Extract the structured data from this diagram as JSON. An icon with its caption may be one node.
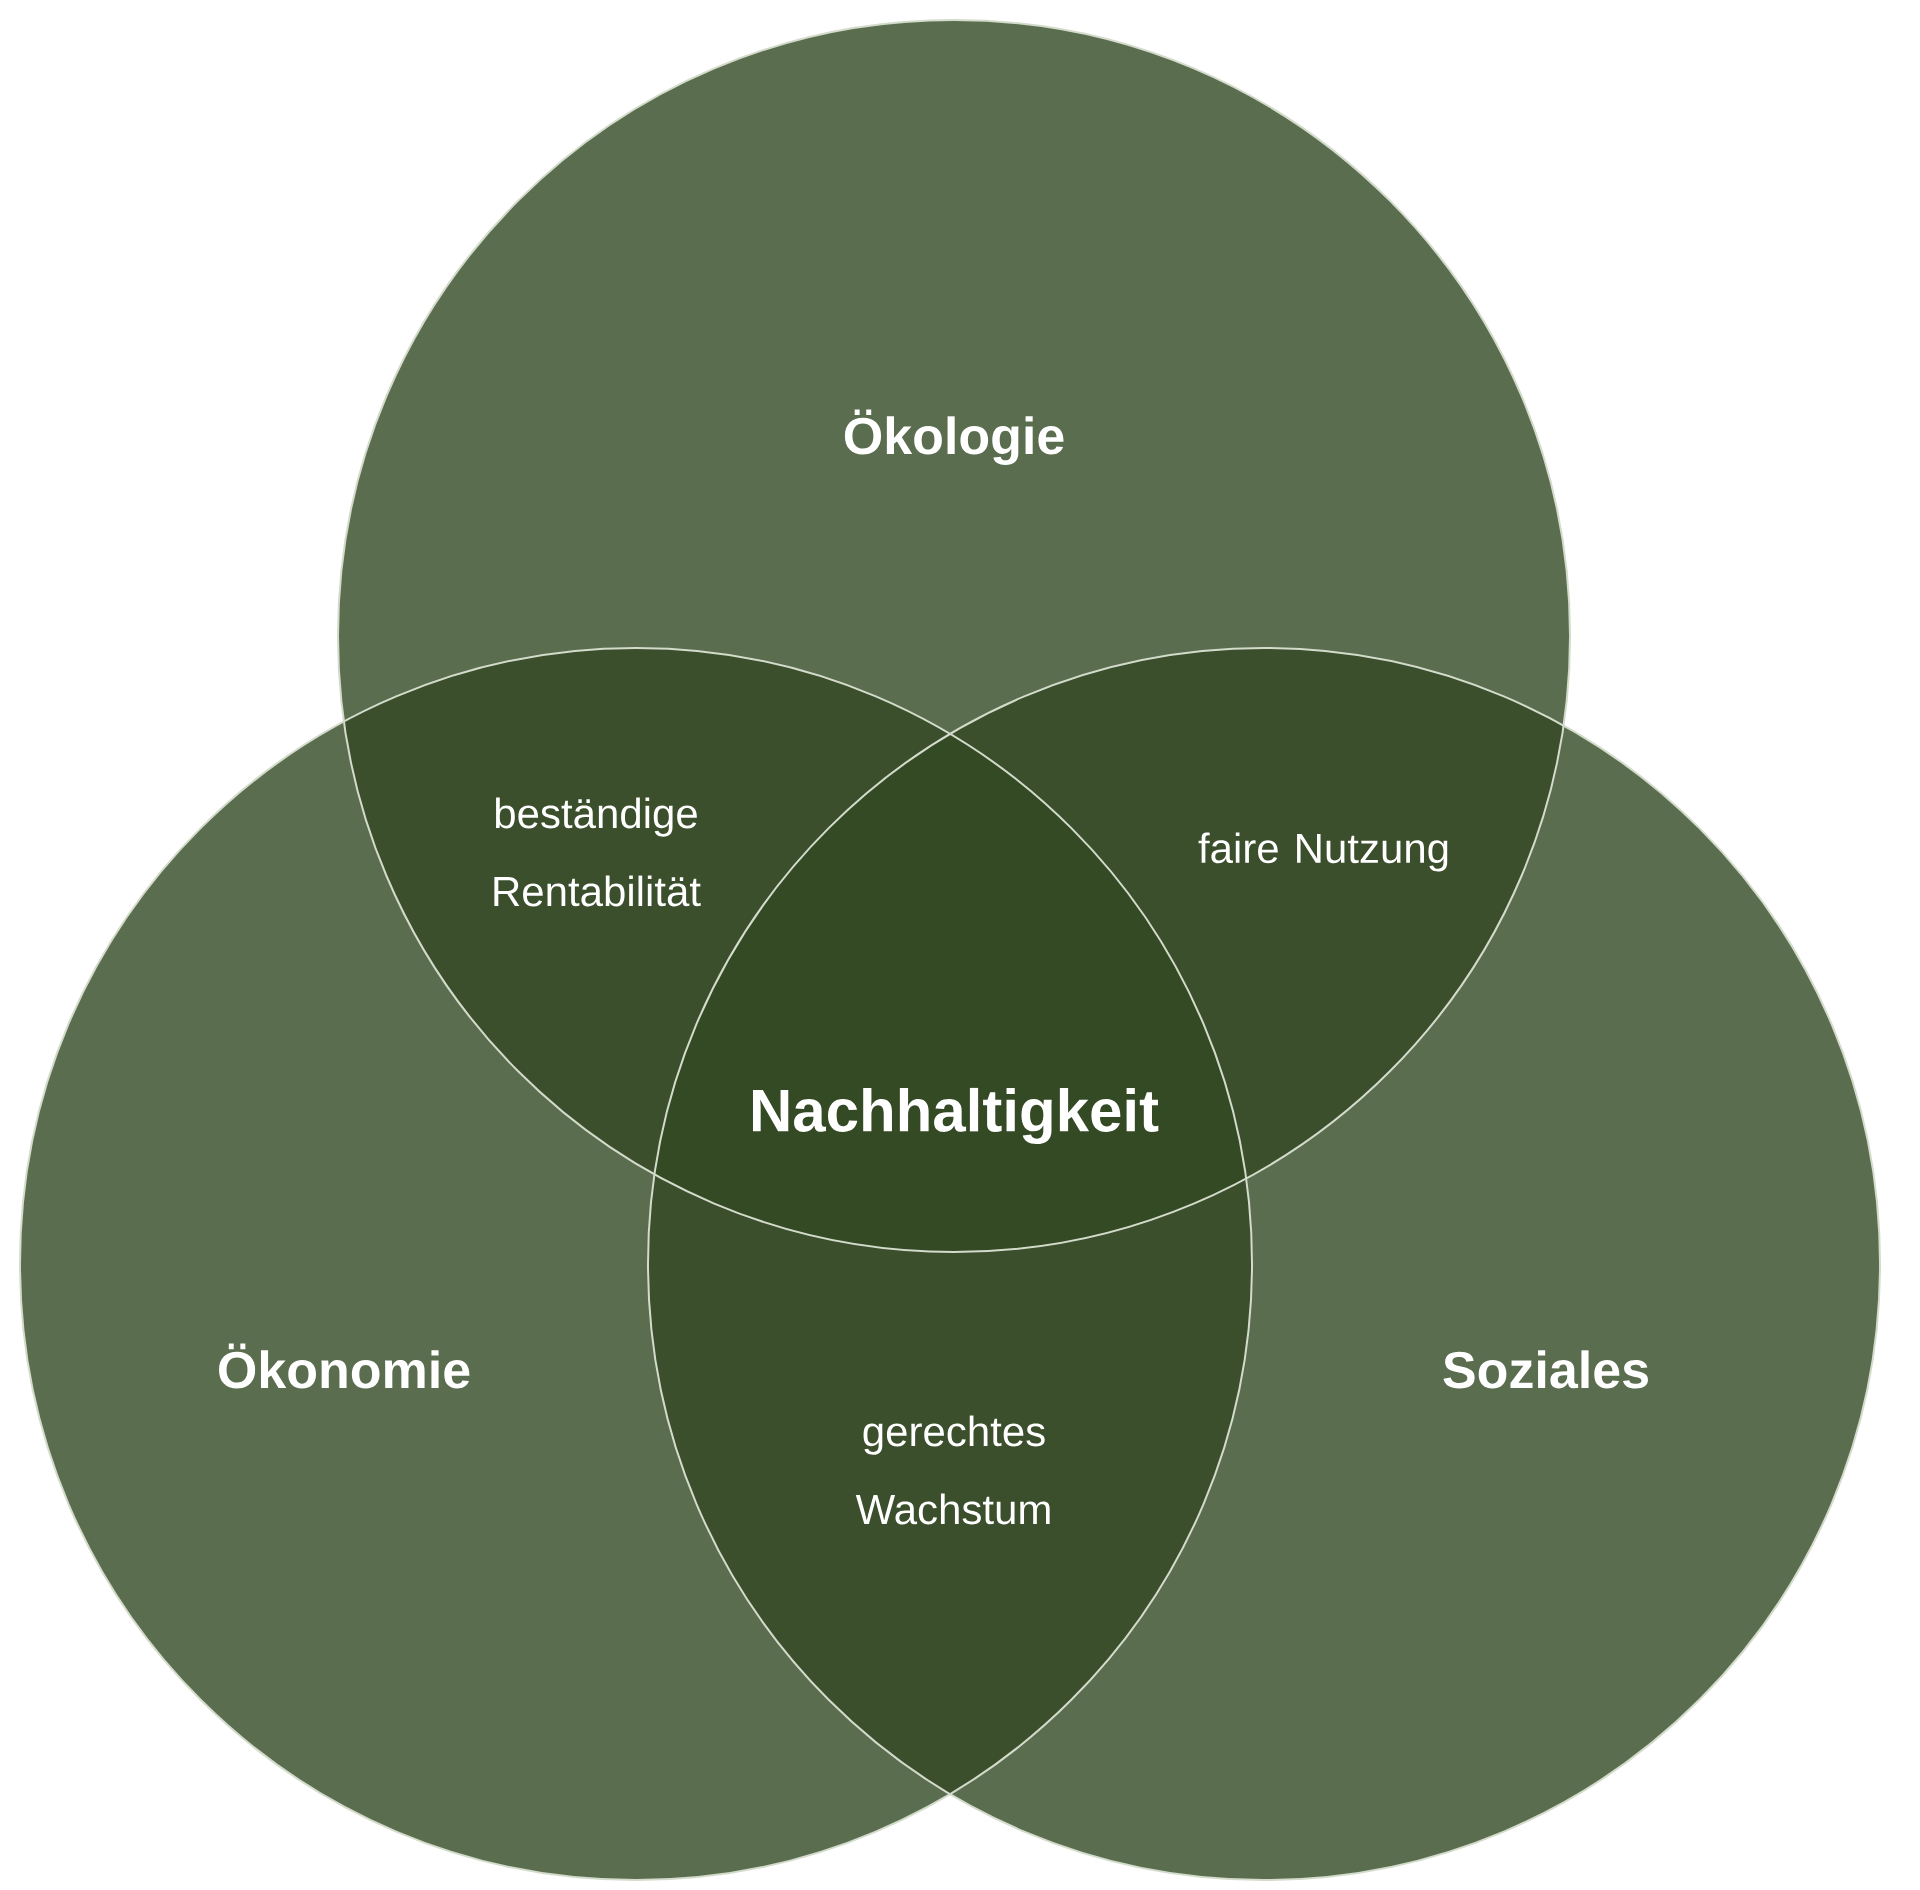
{
  "diagram": {
    "nodes": [
      {
        "text": [
          "Ökologie"
        ]
      },
      {
        "text": [
          "Ökonomie"
        ]
      },
      {
        "text": [
          "Soziales"
        ]
      }
    ],
    "labels": [
      "beständige Rentabilität",
      "faire Nutzung",
      "Nachhaltigkeit",
      "gerechtes Wachstum"
    ]
  }
}
